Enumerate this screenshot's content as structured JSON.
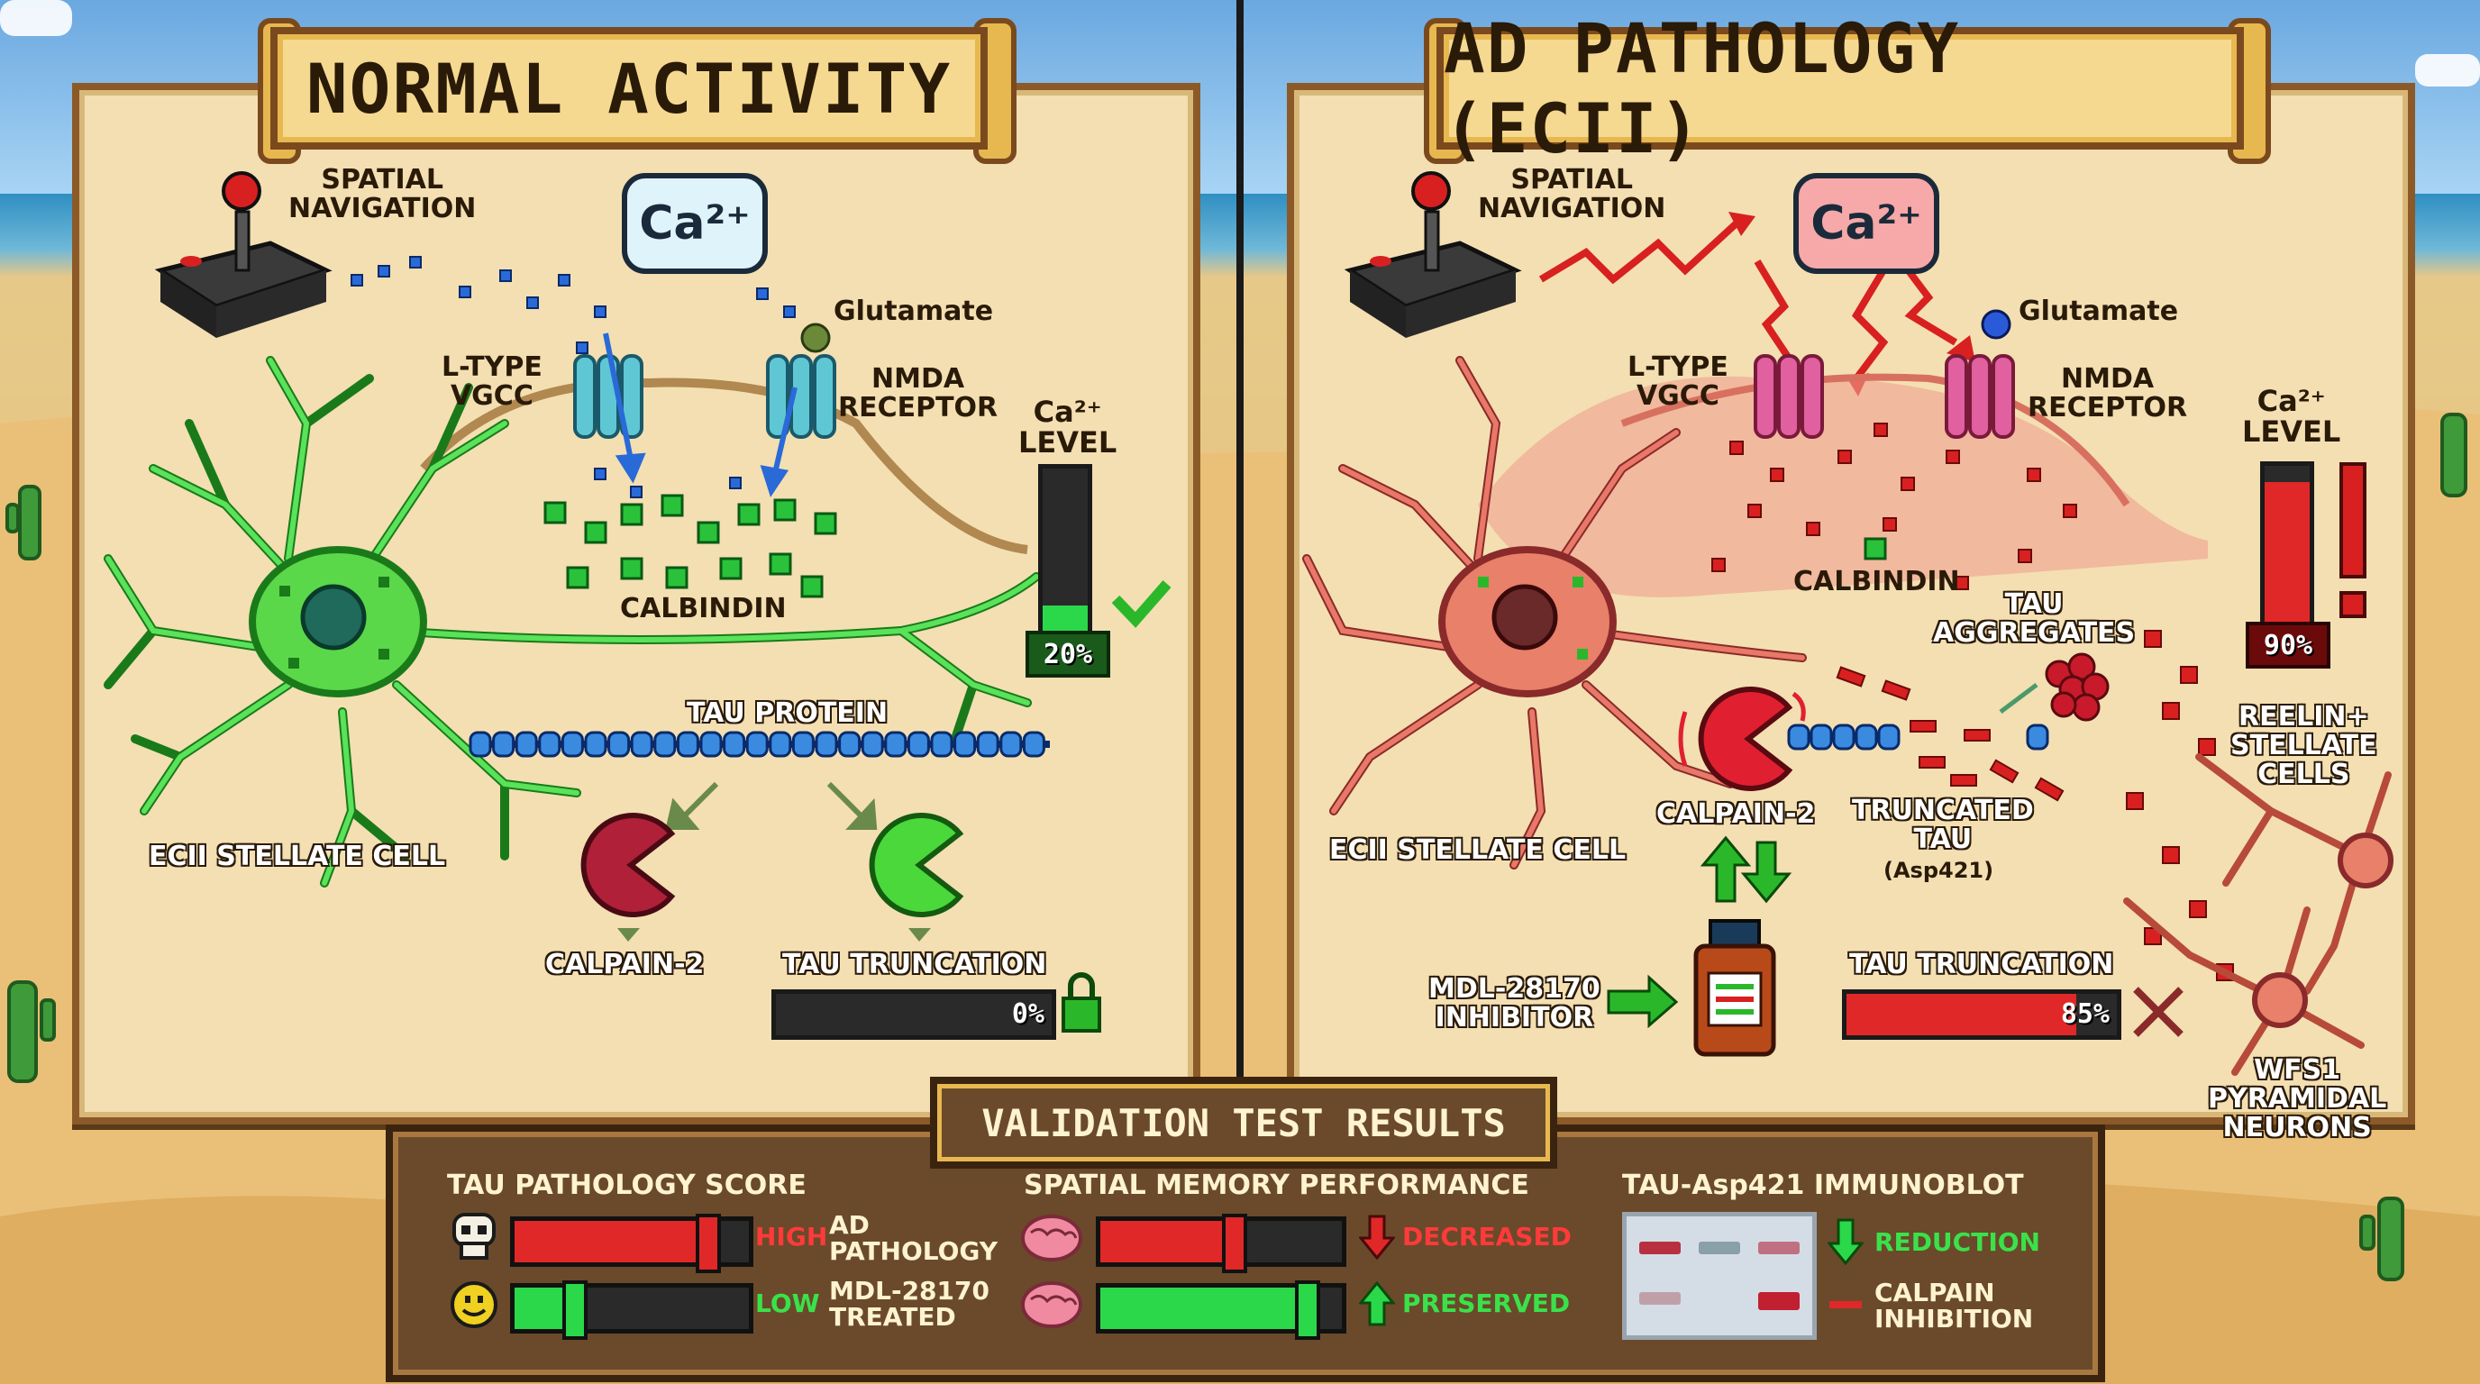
{
  "panels": {
    "normal": {
      "title": "NORMAL ACTIVITY",
      "spatial_navigation": "SPATIAL\nNAVIGATION",
      "calcium_bubble": "Ca²⁺",
      "glutamate": "Glutamate",
      "vgcc": "L-TYPE\nVGCC",
      "nmda": "NMDA\nRECEPTOR",
      "calbindin": "CALBINDIN",
      "ca_level_label": "Ca²⁺\nLEVEL",
      "ca_level_pct": "20%",
      "ca_level_value": 0.2,
      "cell_label": "ECII STELLATE CELL",
      "tau_protein": "TAU PROTEIN",
      "calpain": "CALPAIN-2",
      "truncation_label": "TAU TRUNCATION",
      "truncation_pct": "0%",
      "truncation_value": 0.0
    },
    "ad": {
      "title": "AD PATHOLOGY (ECII)",
      "spatial_navigation": "SPATIAL\nNAVIGATION",
      "calcium_bubble": "Ca²⁺",
      "glutamate": "Glutamate",
      "vgcc": "L-TYPE\nVGCC",
      "nmda": "NMDA\nRECEPTOR",
      "calbindin": "CALBINDIN",
      "ca_level_label": "Ca²⁺\nLEVEL",
      "ca_level_pct": "90%",
      "ca_level_value": 0.9,
      "tau_aggregates": "TAU\nAGGREGATES",
      "reelin": "REELIN+\nSTELLATE\nCELLS",
      "cell_label": "ECII STELLATE CELL",
      "calpain": "CALPAIN-2",
      "truncated_tau": "TRUNCATED\nTAU",
      "asp421": "(Asp421)",
      "inhibitor": "MDL-28170\nINHIBITOR",
      "truncation_label": "TAU TRUNCATION",
      "truncation_pct": "85%",
      "truncation_value": 0.85,
      "wfs1": "WFS1\nPYRAMIDAL\nNEURONS"
    }
  },
  "results": {
    "title": "VALIDATION TEST RESULTS",
    "tau_score": {
      "heading": "TAU PATHOLOGY SCORE",
      "row1_status": "HIGH",
      "row1_label": "AD\nPATHOLOGY",
      "row1_value": 0.82,
      "row2_status": "LOW",
      "row2_label": "MDL-28170\nTREATED",
      "row2_value": 0.25
    },
    "memory": {
      "heading": "SPATIAL MEMORY PERFORMANCE",
      "row1_status": "DECREASED",
      "row1_value": 0.55,
      "row2_status": "PRESERVED",
      "row2_value": 0.85
    },
    "immunoblot": {
      "heading": "TAU-Asp421 IMMUNOBLOT",
      "reduction": "REDUCTION",
      "calpain_inhibition": "CALPAIN\nINHIBITION"
    }
  },
  "colors": {
    "healthy_green": "#3cc83c",
    "pathology_red": "#d83030",
    "calcium_blue": "#2a6ad8",
    "parchment": "#f3dfb2",
    "wood": "#8c5a28"
  },
  "icons": [
    "joystick-icon",
    "skull-icon",
    "smiley-icon",
    "brain-icon",
    "lock-icon",
    "checkmark-icon",
    "exclamation-icon",
    "pill-bottle-icon",
    "cactus-icon"
  ]
}
